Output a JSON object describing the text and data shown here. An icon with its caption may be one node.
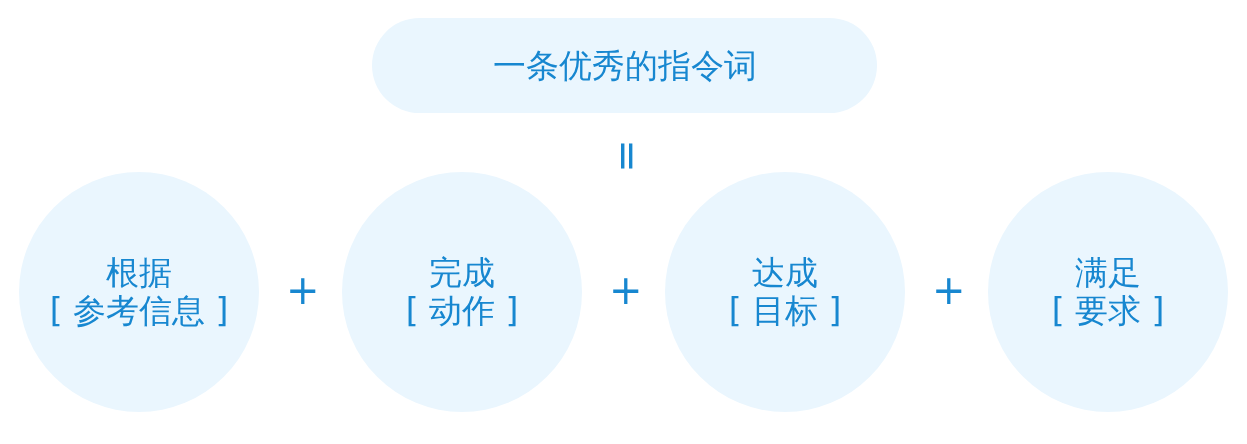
{
  "diagram": {
    "nodes": [
      {
        "text": [
          "一条优秀的指令词"
        ]
      },
      {
        "text": [
          "根据",
          "[ 参考信息 ]"
        ]
      },
      {
        "text": [
          "完成",
          "[ 动作 ]"
        ]
      },
      {
        "text": [
          "达成",
          "[ 目标 ]"
        ]
      },
      {
        "text": [
          "满足",
          "[ 要求 ]"
        ]
      }
    ],
    "labels": [
      "=",
      "+",
      "+",
      "+"
    ]
  }
}
